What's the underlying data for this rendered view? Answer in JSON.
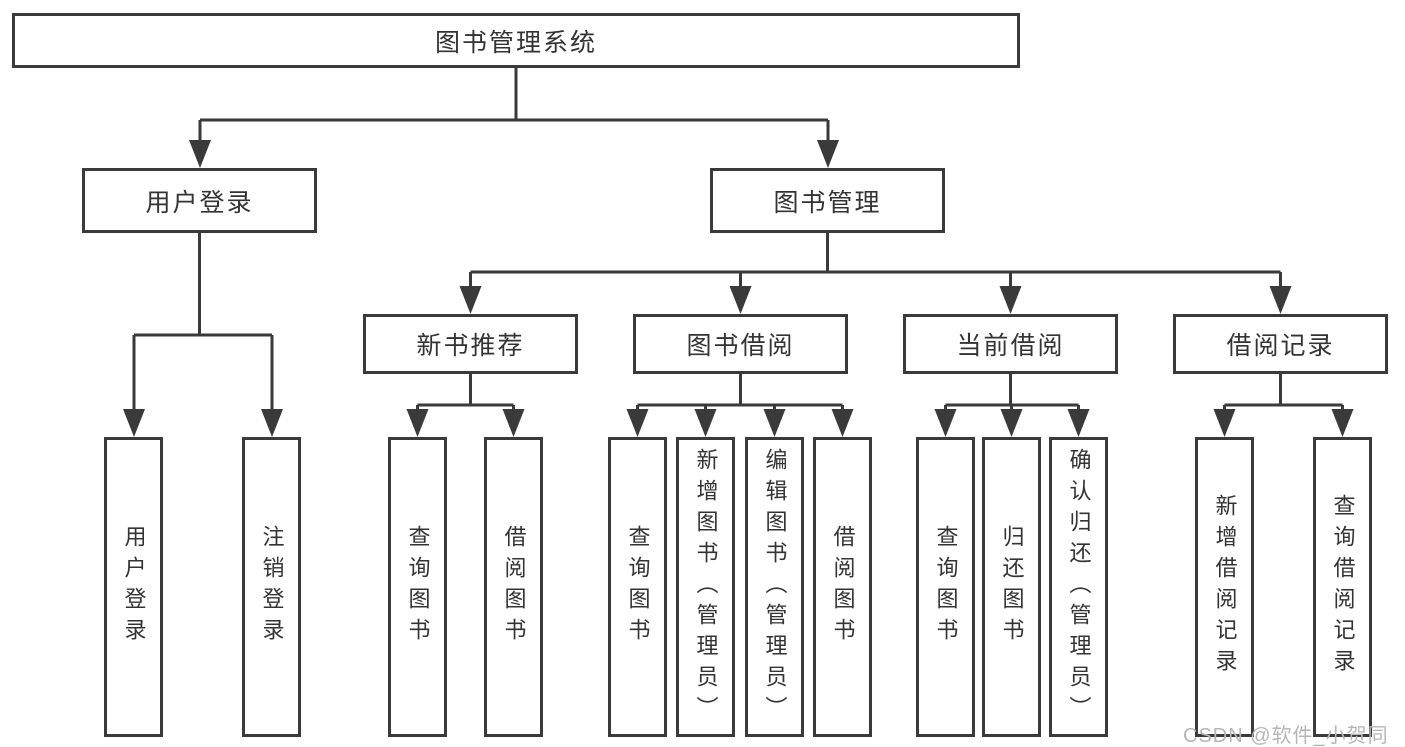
{
  "diagram": {
    "root": {
      "label": "图书管理系统"
    },
    "branches": [
      {
        "label": "用户登录",
        "children": [
          {
            "label": "用户登录"
          },
          {
            "label": "注销登录"
          }
        ]
      },
      {
        "label": "图书管理",
        "children": [
          {
            "label": "新书推荐",
            "children": [
              {
                "label": "查询图书"
              },
              {
                "label": "借阅图书"
              }
            ]
          },
          {
            "label": "图书借阅",
            "children": [
              {
                "label": "查询图书"
              },
              {
                "label": "新增图书（管理员）"
              },
              {
                "label": "编辑图书（管理员）"
              },
              {
                "label": "借阅图书"
              }
            ]
          },
          {
            "label": "当前借阅",
            "children": [
              {
                "label": "查询图书"
              },
              {
                "label": "归还图书"
              },
              {
                "label": "确认归还（管理员）"
              }
            ]
          },
          {
            "label": "借阅记录",
            "children": [
              {
                "label": "新增借阅记录"
              },
              {
                "label": "查询借阅记录"
              }
            ]
          }
        ]
      }
    ]
  },
  "watermark": "CSDN @软件_小贺同学",
  "colors": {
    "line": "#3a3a3a",
    "text": "#333333",
    "watermark": "#b6b6b6",
    "background": "#ffffff"
  }
}
